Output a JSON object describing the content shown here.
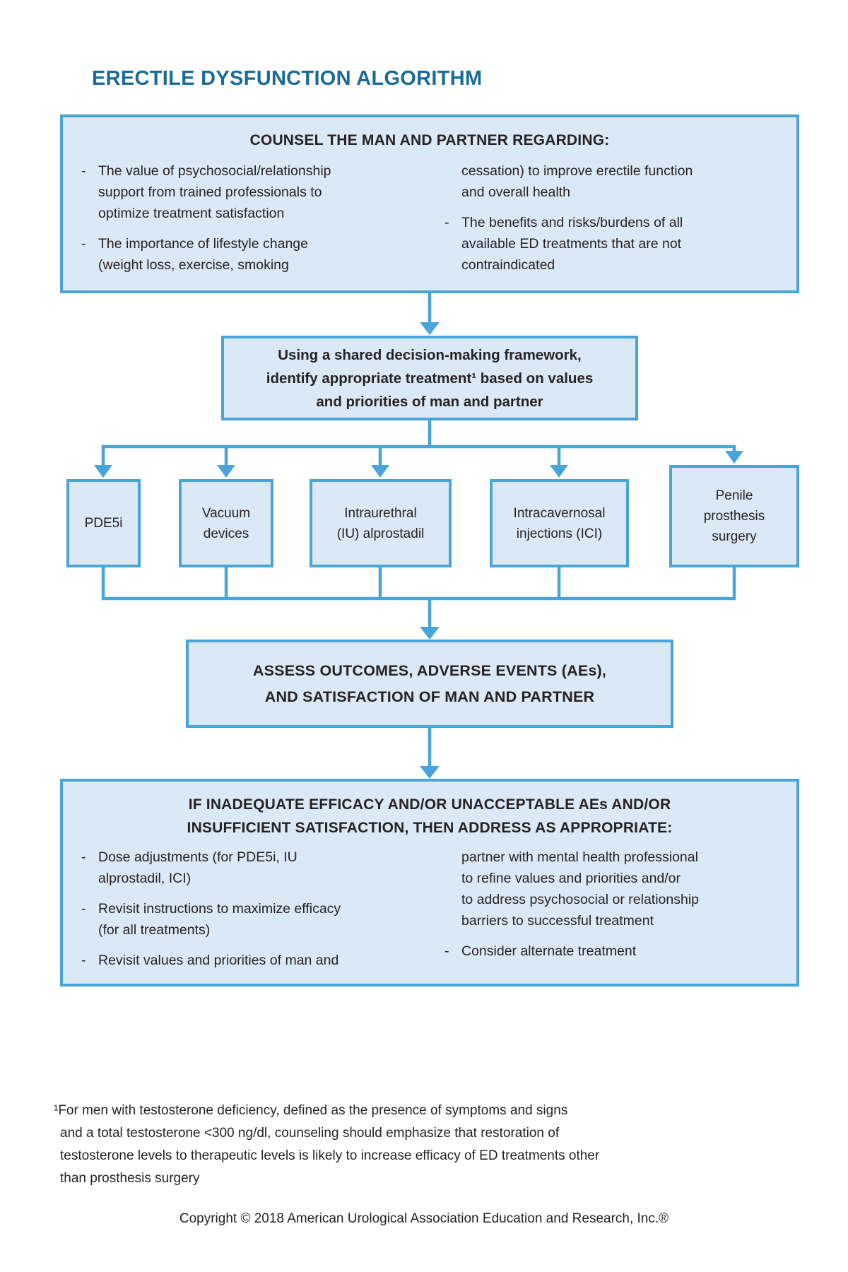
{
  "title": "ERECTILE DYSFUNCTION ALGORITHM",
  "bullet_char": "-",
  "colors": {
    "accent": "#49a5d8",
    "box_fill": "#dbe8f6",
    "title": "#1a6b97",
    "text": "#262223"
  },
  "counsel": {
    "heading": "COUNSEL THE MAN AND PARTNER REGARDING:",
    "left": [
      {
        "lines": [
          "The value of psychosocial/relationship",
          "support from trained professionals to",
          "optimize treatment satisfaction"
        ]
      },
      {
        "lines": [
          "The importance of lifestyle change",
          "(weight loss, exercise, smoking"
        ]
      }
    ],
    "right_continuation": {
      "lines": [
        "cessation) to improve erectile function",
        "and overall health"
      ]
    },
    "right": [
      {
        "lines": [
          "The benefits and risks/burdens of all",
          "available ED treatments that are not",
          "contraindicated"
        ]
      }
    ]
  },
  "decision": {
    "lines": [
      "Using a shared decision-making framework,",
      "identify appropriate treatment¹ based on values",
      "and priorities of man and partner"
    ]
  },
  "treatments": [
    {
      "label": "PDE5i",
      "lines": [
        "PDE5i"
      ]
    },
    {
      "label": "Vacuum devices",
      "lines": [
        "Vacuum",
        "devices"
      ]
    },
    {
      "label": "Intraurethral (IU) alprostadil",
      "lines": [
        "Intraurethral",
        "(IU) alprostadil"
      ]
    },
    {
      "label": "Intracavernosal injections (ICI)",
      "lines": [
        "Intracavernosal",
        "injections (ICI)"
      ]
    },
    {
      "label": "Penile prosthesis surgery",
      "lines": [
        "Penile",
        "prosthesis",
        "surgery"
      ]
    }
  ],
  "assess": {
    "lines": [
      "ASSESS OUTCOMES, ADVERSE EVENTS (AEs),",
      "AND SATISFACTION OF MAN AND PARTNER"
    ]
  },
  "address": {
    "heading_lines": [
      "IF INADEQUATE EFFICACY AND/OR UNACCEPTABLE AEs AND/OR",
      "INSUFFICIENT SATISFACTION, THEN ADDRESS AS APPROPRIATE:"
    ],
    "left": [
      {
        "lines": [
          "Dose adjustments (for PDE5i, IU",
          "alprostadil, ICI)"
        ]
      },
      {
        "lines": [
          "Revisit instructions to maximize efficacy",
          "(for all treatments)"
        ]
      },
      {
        "lines": [
          "Revisit values and priorities of man and"
        ]
      }
    ],
    "right_continuation": {
      "lines": [
        "partner with mental health professional",
        "to refine values and priorities and/or",
        "to address psychosocial or relationship",
        "barriers to successful treatment"
      ]
    },
    "right": [
      {
        "lines": [
          "Consider alternate treatment"
        ]
      }
    ]
  },
  "footnote": {
    "lines": [
      "¹For men with testosterone deficiency, defined as the presence of symptoms and signs",
      "and a total testosterone <300 ng/dl, counseling should emphasize that restoration of",
      "testosterone levels to therapeutic levels is likely to increase efficacy of ED treatments other",
      "than prosthesis surgery"
    ]
  },
  "copyright": "Copyright © 2018 American Urological Association Education and Research, Inc.®"
}
